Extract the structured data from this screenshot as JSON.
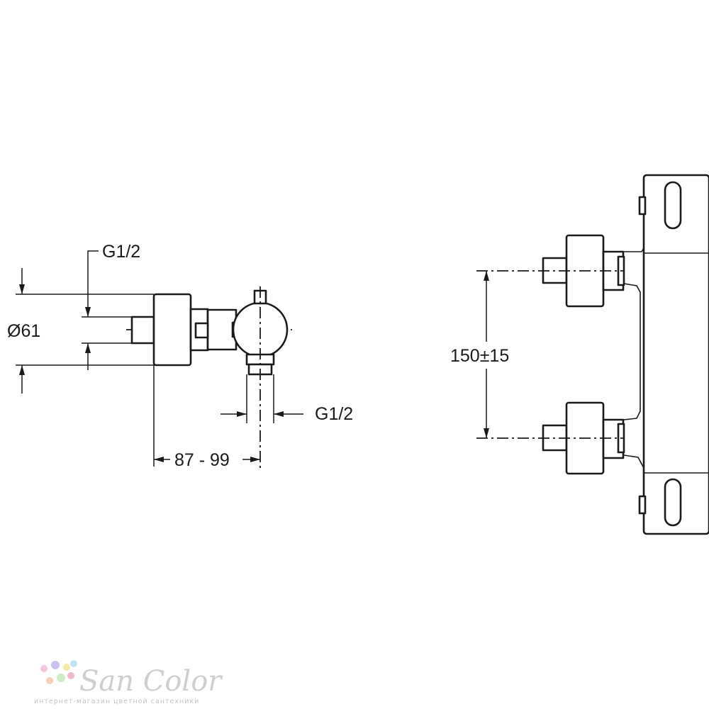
{
  "side_view": {
    "diameter_label": "Ø61",
    "inlet_thread_top_label": "G1/2",
    "outlet_thread_label": "G1/2",
    "distance_label": "87 - 99"
  },
  "front_view": {
    "center_distance_label": "150±15"
  },
  "watermark": {
    "brand": "SanColor",
    "brand_display": "San Color",
    "tagline": "интернет-магазин цветной сантехники",
    "dot_colors": [
      "#f4c7df",
      "#c9c2ee",
      "#f7e7a4",
      "#bfe3f3",
      "#f9d0b6",
      "#cdeec4",
      "#f0b8c8"
    ]
  }
}
